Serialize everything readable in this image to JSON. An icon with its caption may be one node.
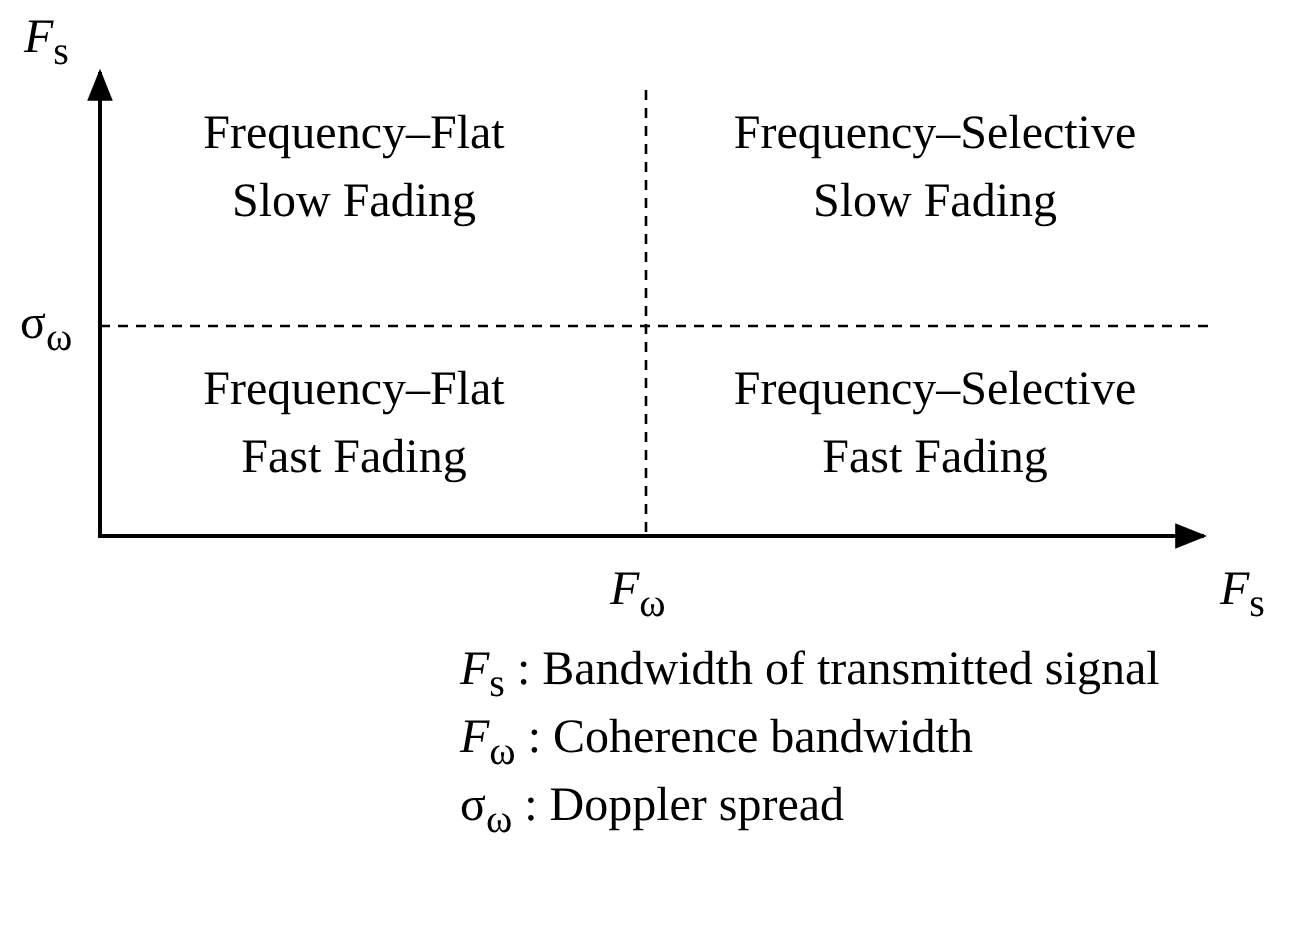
{
  "diagram": {
    "labels": [
      "*F*$_{s}$",
      "Frequency–Flat Slow Fading",
      "Frequency–Selective Slow Fading",
      "σ$_{ω}$",
      "Frequency–Flat Fast Fading",
      "Frequency–Selective Fast Fading",
      "*F*$_{ω}$",
      "*F*$_{s}$",
      "*F*$_{s}$ : Bandwidth of transmitted signal",
      "*F*$_{ω}$ : Coherence bandwidth",
      "σ$_{ω}$ : Doppler spread"
    ]
  }
}
